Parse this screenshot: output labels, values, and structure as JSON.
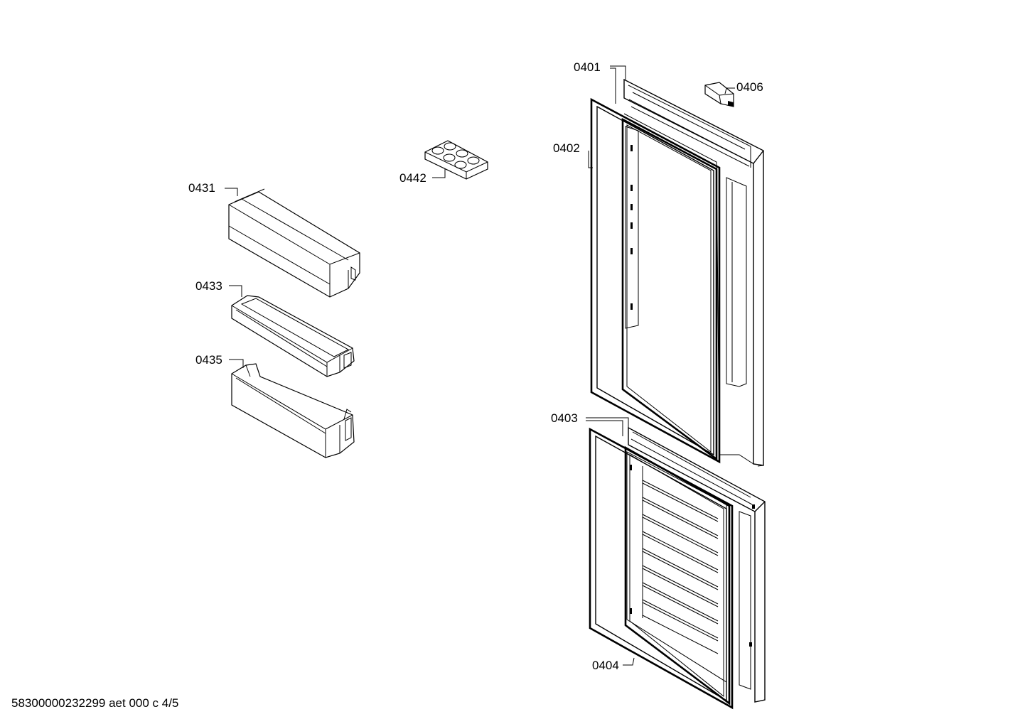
{
  "parts": {
    "p0401": "0401",
    "p0402": "0402",
    "p0403": "0403",
    "p0404": "0404",
    "p0406": "0406",
    "p0431": "0431",
    "p0433": "0433",
    "p0435": "0435",
    "p0442": "0442"
  },
  "footer": {
    "doc_id": "58300000232299 aet 000 c 4/5"
  }
}
